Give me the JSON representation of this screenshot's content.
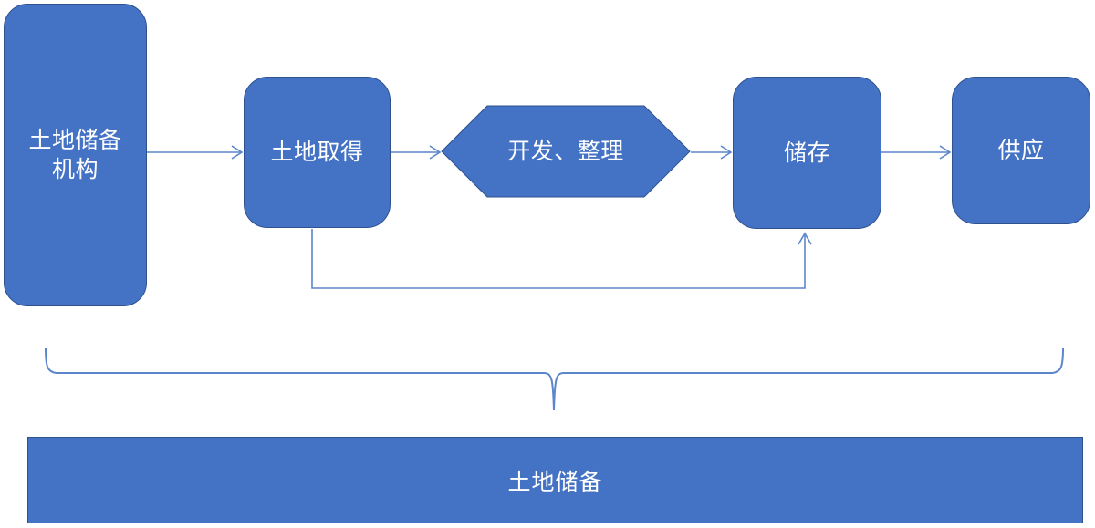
{
  "diagram": {
    "title_banner": {
      "label": "土地储备"
    },
    "nodes": [
      {
        "id": "agency",
        "label": "土地储备\n机构",
        "shape": "rounded-rectangle"
      },
      {
        "id": "acquire",
        "label": "土地取得",
        "shape": "rounded-rectangle"
      },
      {
        "id": "hex",
        "label": "开发、整理",
        "shape": "hexagon"
      },
      {
        "id": "store",
        "label": "储存",
        "shape": "rounded-rectangle"
      },
      {
        "id": "supply",
        "label": "供应",
        "shape": "rounded-rectangle"
      }
    ],
    "connectors": [
      {
        "id": "agency-to-acquire",
        "from": "agency",
        "to": "acquire",
        "kind": "arrow",
        "label": ""
      },
      {
        "id": "acquire-to-hex",
        "from": "acquire",
        "to": "hex",
        "kind": "arrow",
        "label": ""
      },
      {
        "id": "hex-to-store",
        "from": "hex",
        "to": "store",
        "kind": "arrow",
        "label": ""
      },
      {
        "id": "store-to-supply",
        "from": "store",
        "to": "supply",
        "kind": "arrow",
        "label": ""
      },
      {
        "id": "acquire-to-store-bypass",
        "from": "acquire",
        "to": "store",
        "kind": "elbow-arrow",
        "label": ""
      }
    ],
    "brace": {
      "id": "scope-brace",
      "orientation": "down",
      "covers": [
        "agency",
        "acquire",
        "hex",
        "store",
        "supply"
      ],
      "points_to": "title_banner"
    },
    "colors": {
      "node_fill": "#4472C4",
      "node_stroke": "#2F528F",
      "node_text": "#FFFFFF",
      "connector": "#5B86CB",
      "background": "#FFFFFF"
    }
  }
}
